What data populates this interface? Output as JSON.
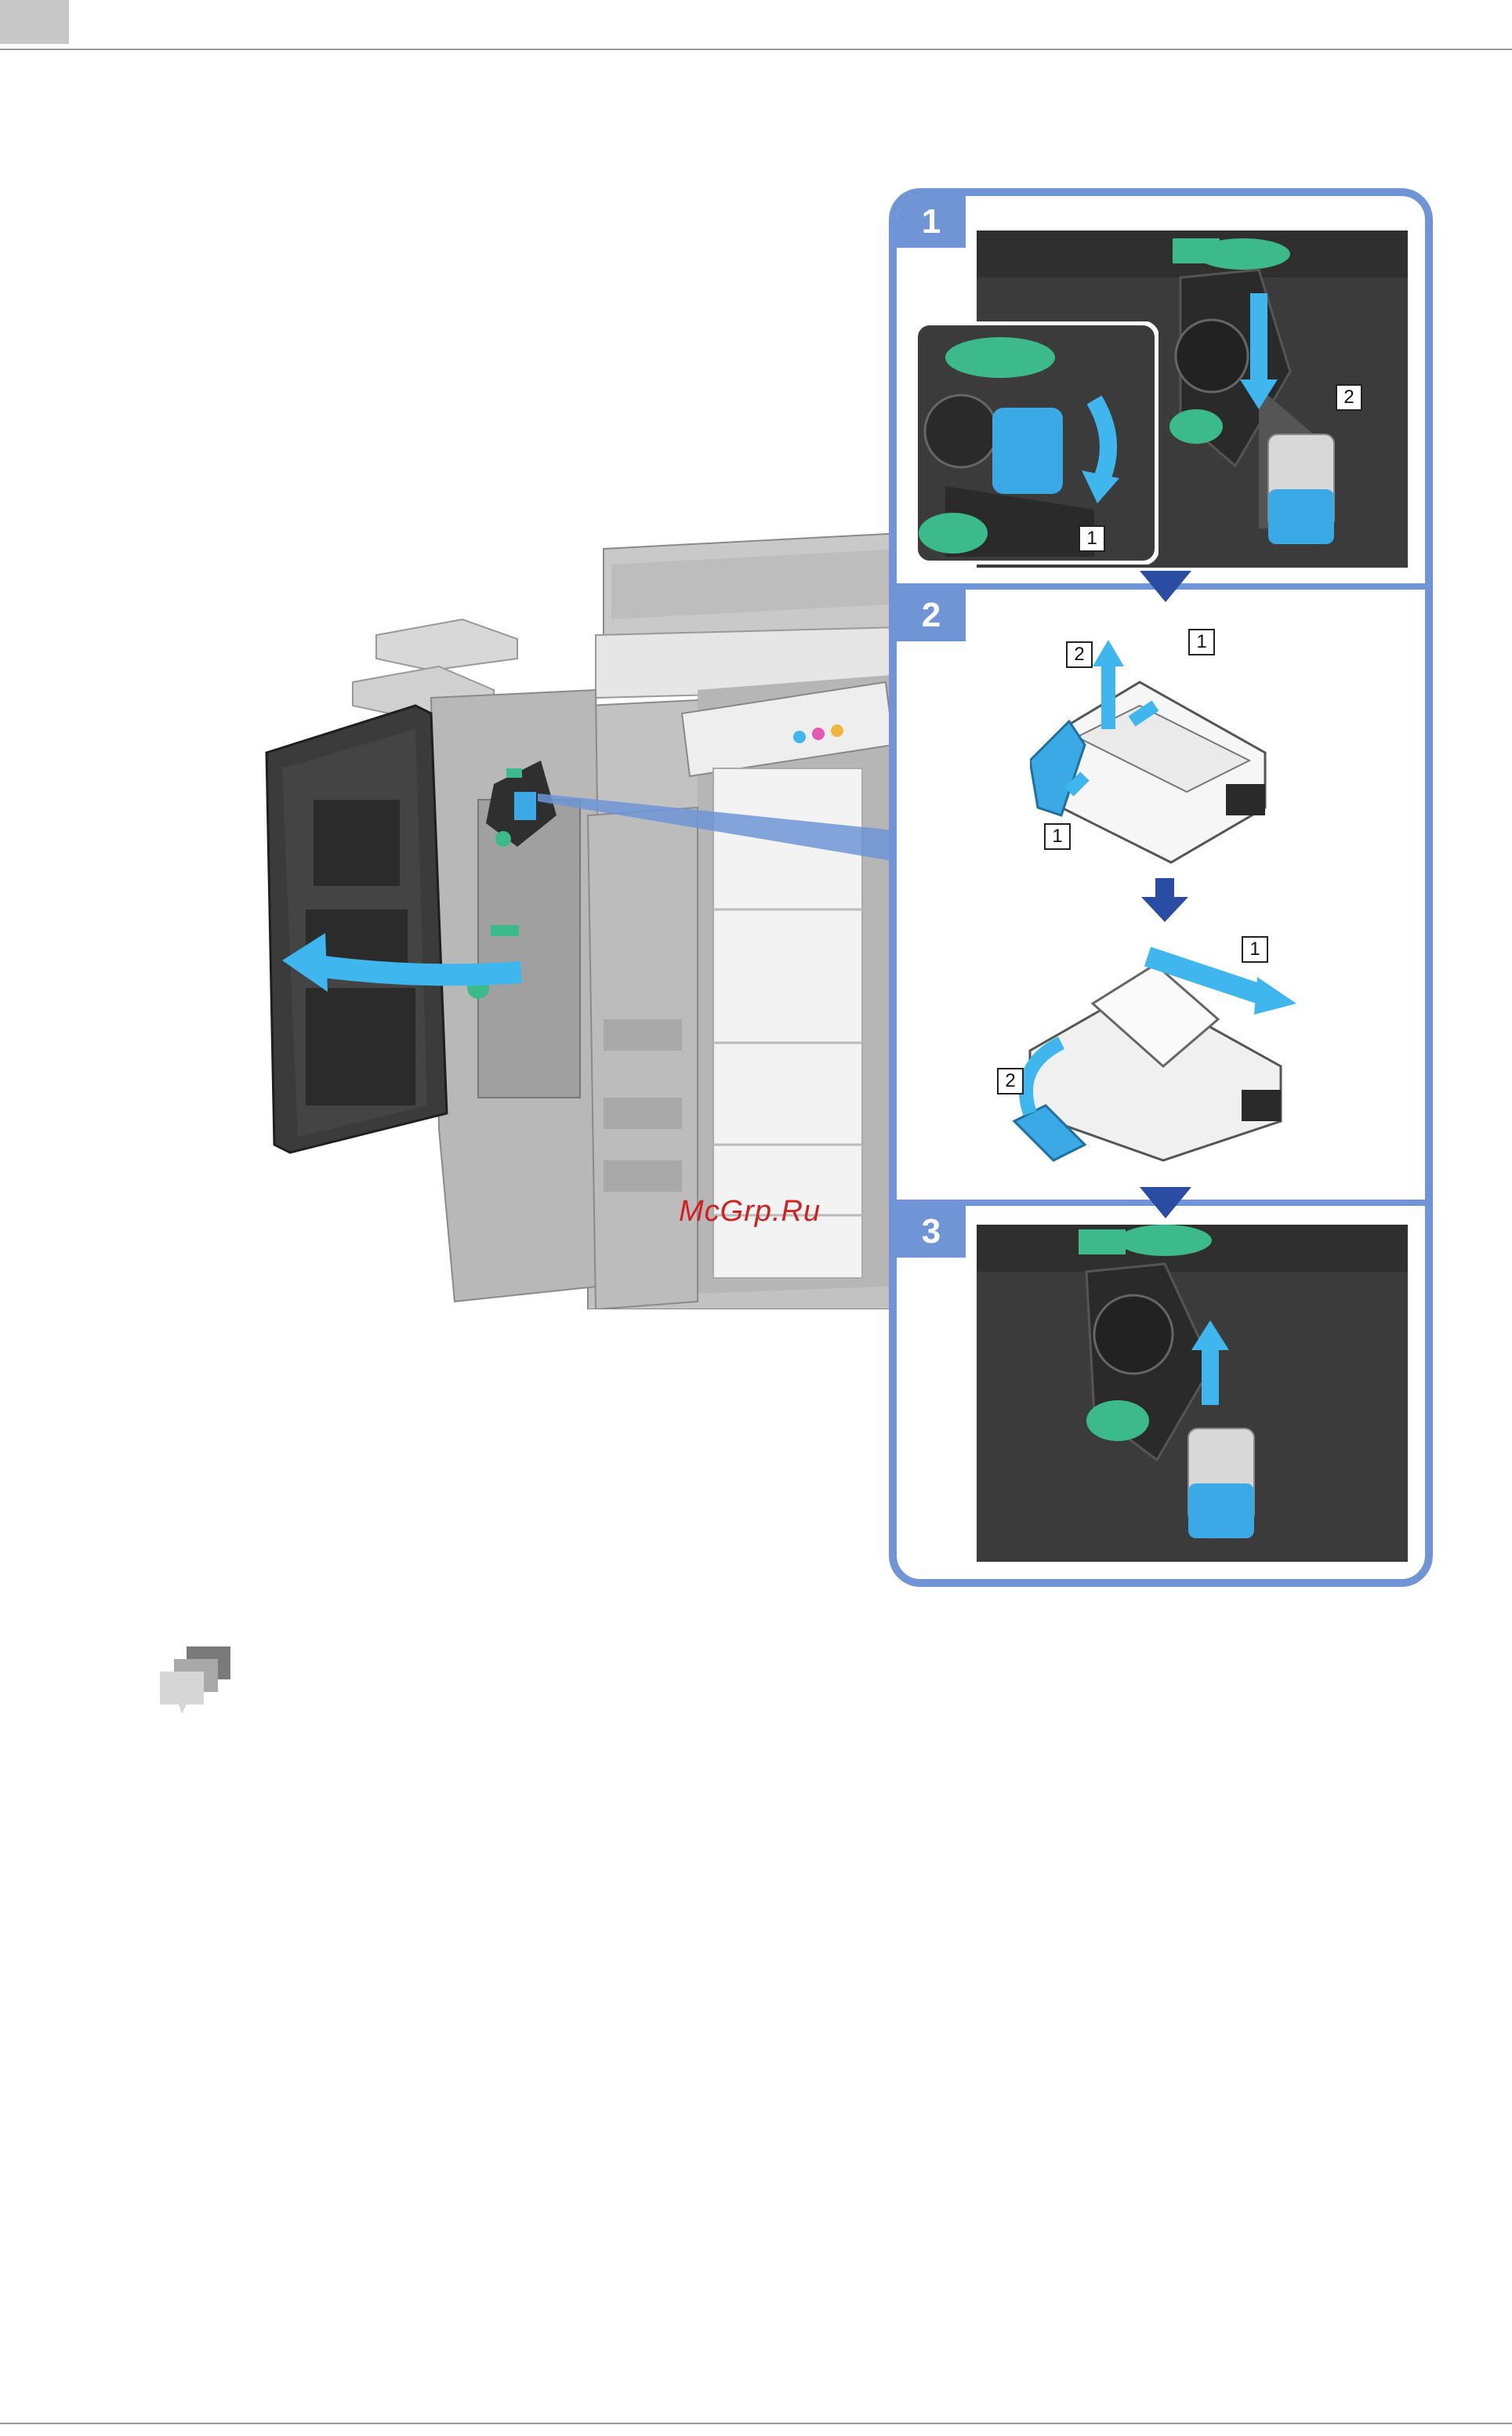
{
  "watermark": {
    "text": "McGrp.Ru"
  },
  "steps": [
    {
      "number": "1",
      "callouts": [
        "1",
        "2"
      ]
    },
    {
      "number": "2",
      "callouts": [
        "2",
        "1",
        "1",
        "1",
        "2"
      ]
    },
    {
      "number": "3"
    }
  ],
  "colors": {
    "panel_border": "#6f95d6",
    "arrow_cyan": "#3fb6ee",
    "part_green": "#3cba8c",
    "cartridge_blue": "#3ba9e5",
    "dark_gray": "#3b3b3b",
    "navy_arrow": "#2a4da3"
  },
  "icons": {
    "tips": "speech-bubbles-icon"
  }
}
